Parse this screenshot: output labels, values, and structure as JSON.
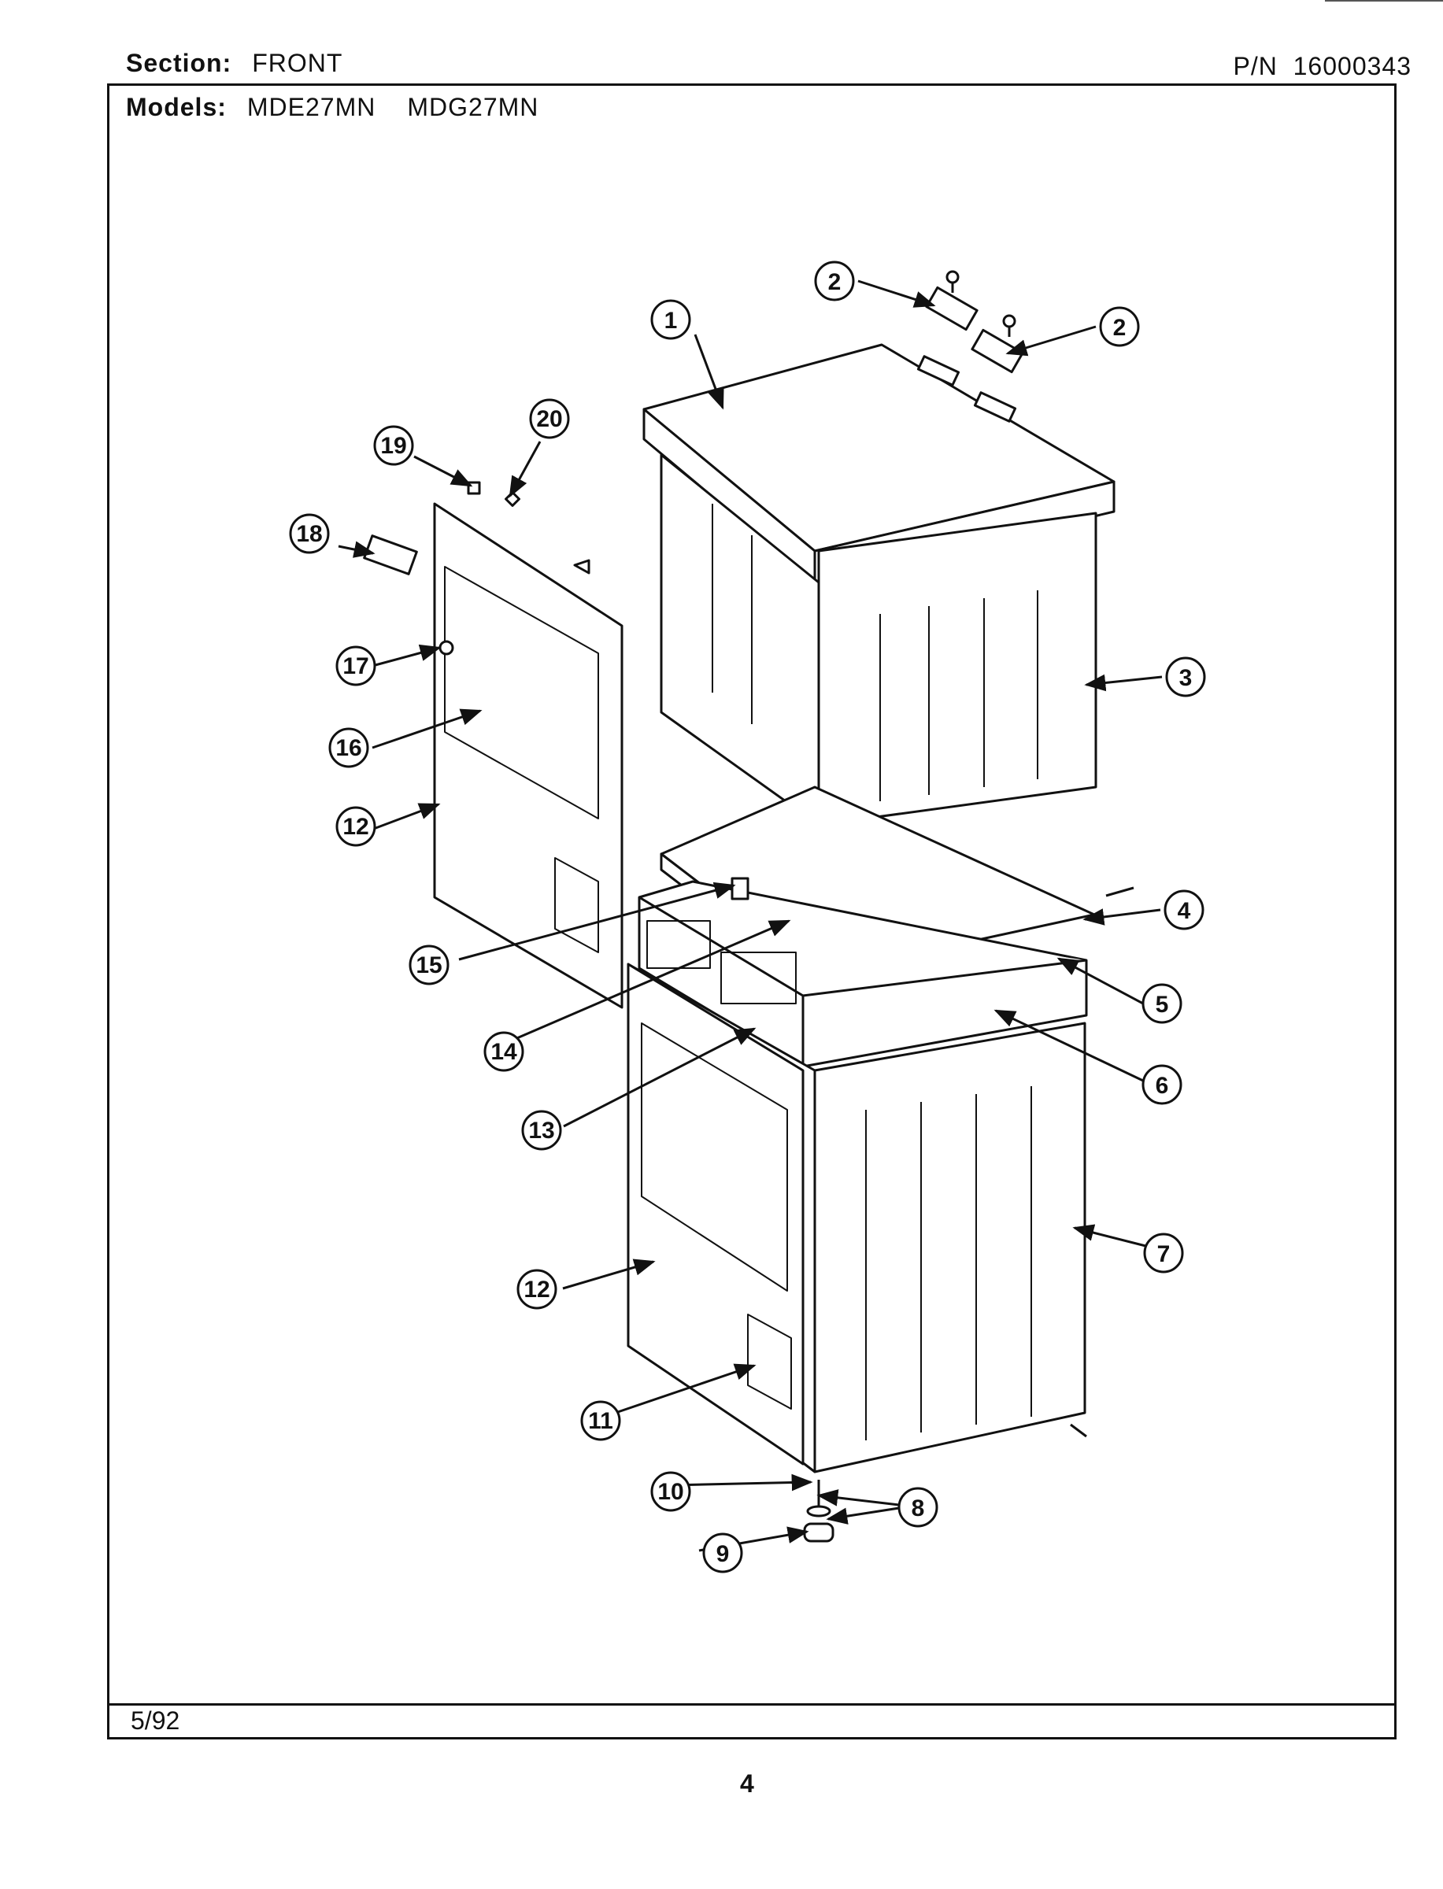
{
  "header": {
    "section_label": "Section:",
    "section_value": "FRONT",
    "pn_label": "P/N",
    "pn_value": "16000343",
    "models_label": "Models:",
    "models": [
      "MDE27MN",
      "MDG27MN"
    ]
  },
  "footer": {
    "date": "5/92",
    "page_number": "4"
  },
  "callouts": {
    "c1": "1",
    "c2a": "2",
    "c2b": "2",
    "c3": "3",
    "c4": "4",
    "c5": "5",
    "c6": "6",
    "c7": "7",
    "c8": "8",
    "c9": "9",
    "c10": "10",
    "c11": "11",
    "c12a": "12",
    "c12b": "12",
    "c13": "13",
    "c14": "14",
    "c15": "15",
    "c16": "16",
    "c17": "17",
    "c18": "18",
    "c19": "19",
    "c20": "20"
  }
}
